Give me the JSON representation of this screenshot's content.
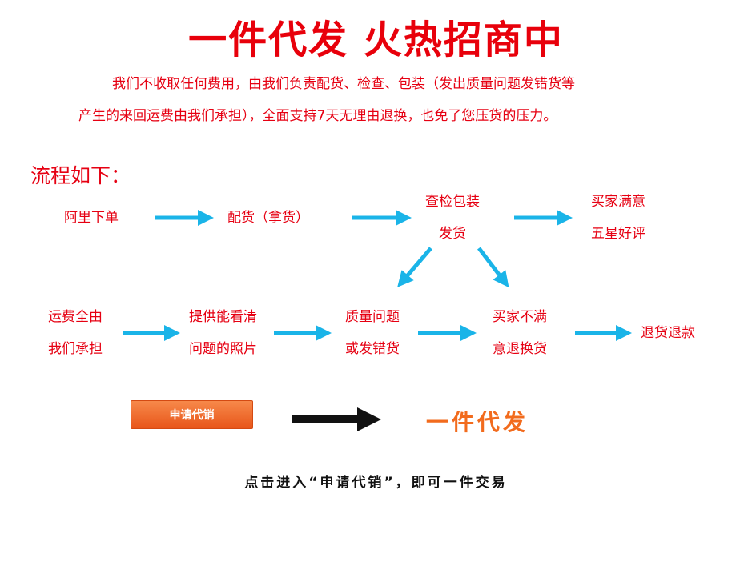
{
  "title": "一件代发 火热招商中",
  "intro": {
    "line1": "我们不收取任何费用，由我们负责配货、检查、包装（发出质量问题发错货等",
    "line2": "产生的来回运费由我们承担），全面支持7天无理由退换，也免了您压货的压力。"
  },
  "flow_heading": "流程如下：",
  "nodes": {
    "order": "阿里下单",
    "pick": "配货（拿货）",
    "inspect_l1": "查检包装",
    "inspect_l2": "发货",
    "satisfied_l1": "买家满意",
    "satisfied_l2": "五星好评",
    "freight_l1": "运费全由",
    "freight_l2": "我们承担",
    "photo_l1": "提供能看清",
    "photo_l2": "问题的照片",
    "quality_l1": "质量问题",
    "quality_l2": "或发错货",
    "unsatisfied_l1": "买家不满",
    "unsatisfied_l2": "意退换货",
    "refund": "退货退款"
  },
  "button": {
    "label": "申请代销"
  },
  "orange_text": "一件代发",
  "bottom_text": "点击进入“申请代销”，即可一件交易",
  "colors": {
    "red": "#e60012",
    "arrow": "#1ab4e8",
    "orange": "#f26b1d"
  }
}
